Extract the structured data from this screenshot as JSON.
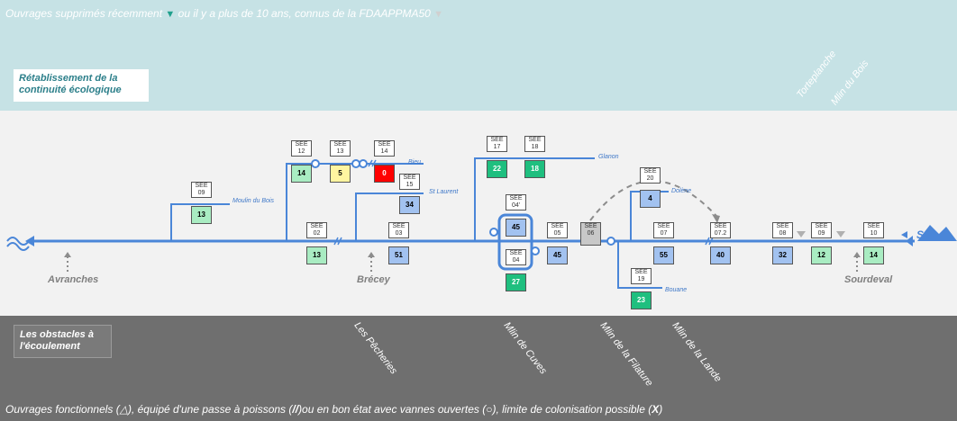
{
  "header": {
    "caption_part1": "Ouvrages supprimés récemment",
    "caption_part2": "ou il y a plus de 10 ans, connus de la FDAAPPMA50",
    "marker_recent_icon": "triangle-down-teal",
    "marker_old_icon": "triangle-down-grey",
    "section_label": "Rétablissement de la continuité écologique",
    "removed_works": [
      "Torteplanche",
      "Mlin du Bois"
    ]
  },
  "footer": {
    "section_label": "Les obstacles à l'écoulement",
    "caption_a": "Ouvrages fonctionnels (",
    "caption_b": "), équipé d'une passe à poissons (",
    "caption_c": ")ou en bon état avec vannes ouvertes (",
    "caption_d": "), limite de colonisation possible (",
    "caption_x": "X",
    "caption_e": ")",
    "obstacles": [
      "Les Pêcheries",
      "Mlin de Cuves",
      "Mlin de la Filature",
      "Mlin de la Lande"
    ]
  },
  "river": {
    "name": "Sée"
  },
  "places": [
    "Avranches",
    "Brécey",
    "Sourdeval"
  ],
  "streams": {
    "moulin_du_bois": "Moulin du Bois",
    "bieu": "Bieu",
    "st_laurent": "St Laurent",
    "glanon": "Glanon",
    "dolene": "Dolène",
    "bouane": "Bouane"
  },
  "structures": [
    {
      "id": "SEE 09",
      "value": "13"
    },
    {
      "id": "SEE 12",
      "value": "14"
    },
    {
      "id": "SEE 13",
      "value": "5"
    },
    {
      "id": "SEE 14",
      "value": "0"
    },
    {
      "id": "SEE 15",
      "value": "34"
    },
    {
      "id": "SEE 02",
      "value": "13"
    },
    {
      "id": "SEE 03",
      "value": "51"
    },
    {
      "id": "SEE 17",
      "value": "22"
    },
    {
      "id": "SEE 18",
      "value": "18"
    },
    {
      "id": "SEE 04'",
      "value": "45"
    },
    {
      "id": "SEE 04",
      "value": "27"
    },
    {
      "id": "SEE 05",
      "value": "45"
    },
    {
      "id": "SEE 06",
      "value": ""
    },
    {
      "id": "SEE 20",
      "value": "4"
    },
    {
      "id": "SEE 07",
      "value": "55"
    },
    {
      "id": "SEE 19",
      "value": "23"
    },
    {
      "id": "SEE 07.2",
      "value": "40"
    },
    {
      "id": "SEE 08",
      "value": "32"
    },
    {
      "id": "SEE 09",
      "value": "12"
    },
    {
      "id": "SEE 10",
      "value": "14"
    }
  ],
  "colors": {
    "top_band": "#c6e2e5",
    "middle_band": "#f2f2f2",
    "bottom_band": "#6f6f6f",
    "river": "#4a86d8",
    "green_light": "#a9ecc2",
    "green_dark": "#1fbf7f",
    "blue": "#a2c2f0",
    "yellow": "#fff5a0",
    "red": "#ff0000",
    "grey": "#c8c8c8"
  }
}
